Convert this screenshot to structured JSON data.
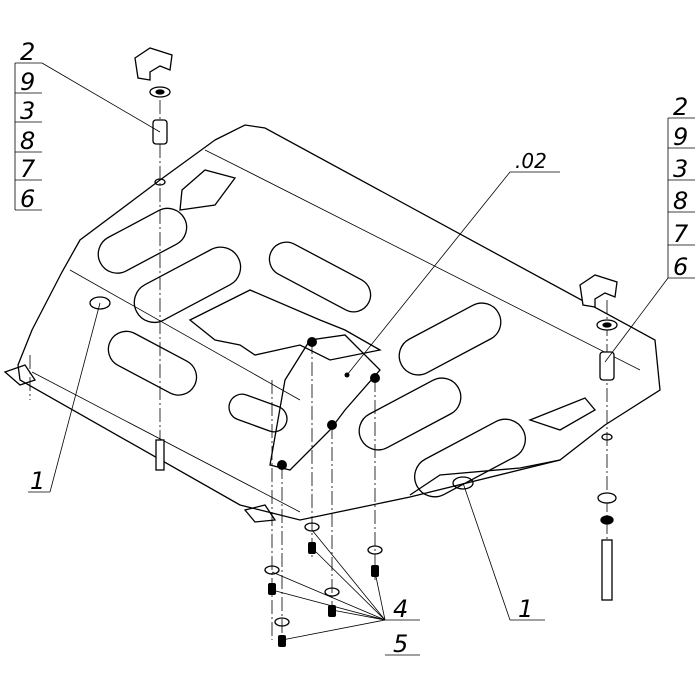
{
  "left_callout": [
    "2",
    "9",
    "3",
    "8",
    "7",
    "6"
  ],
  "right_callout": [
    "2",
    "9",
    "3",
    "8",
    "7",
    "6"
  ],
  "part_label": ".02",
  "label_1_left": "1",
  "label_1_right": "1",
  "label_4": "4",
  "label_5": "5"
}
